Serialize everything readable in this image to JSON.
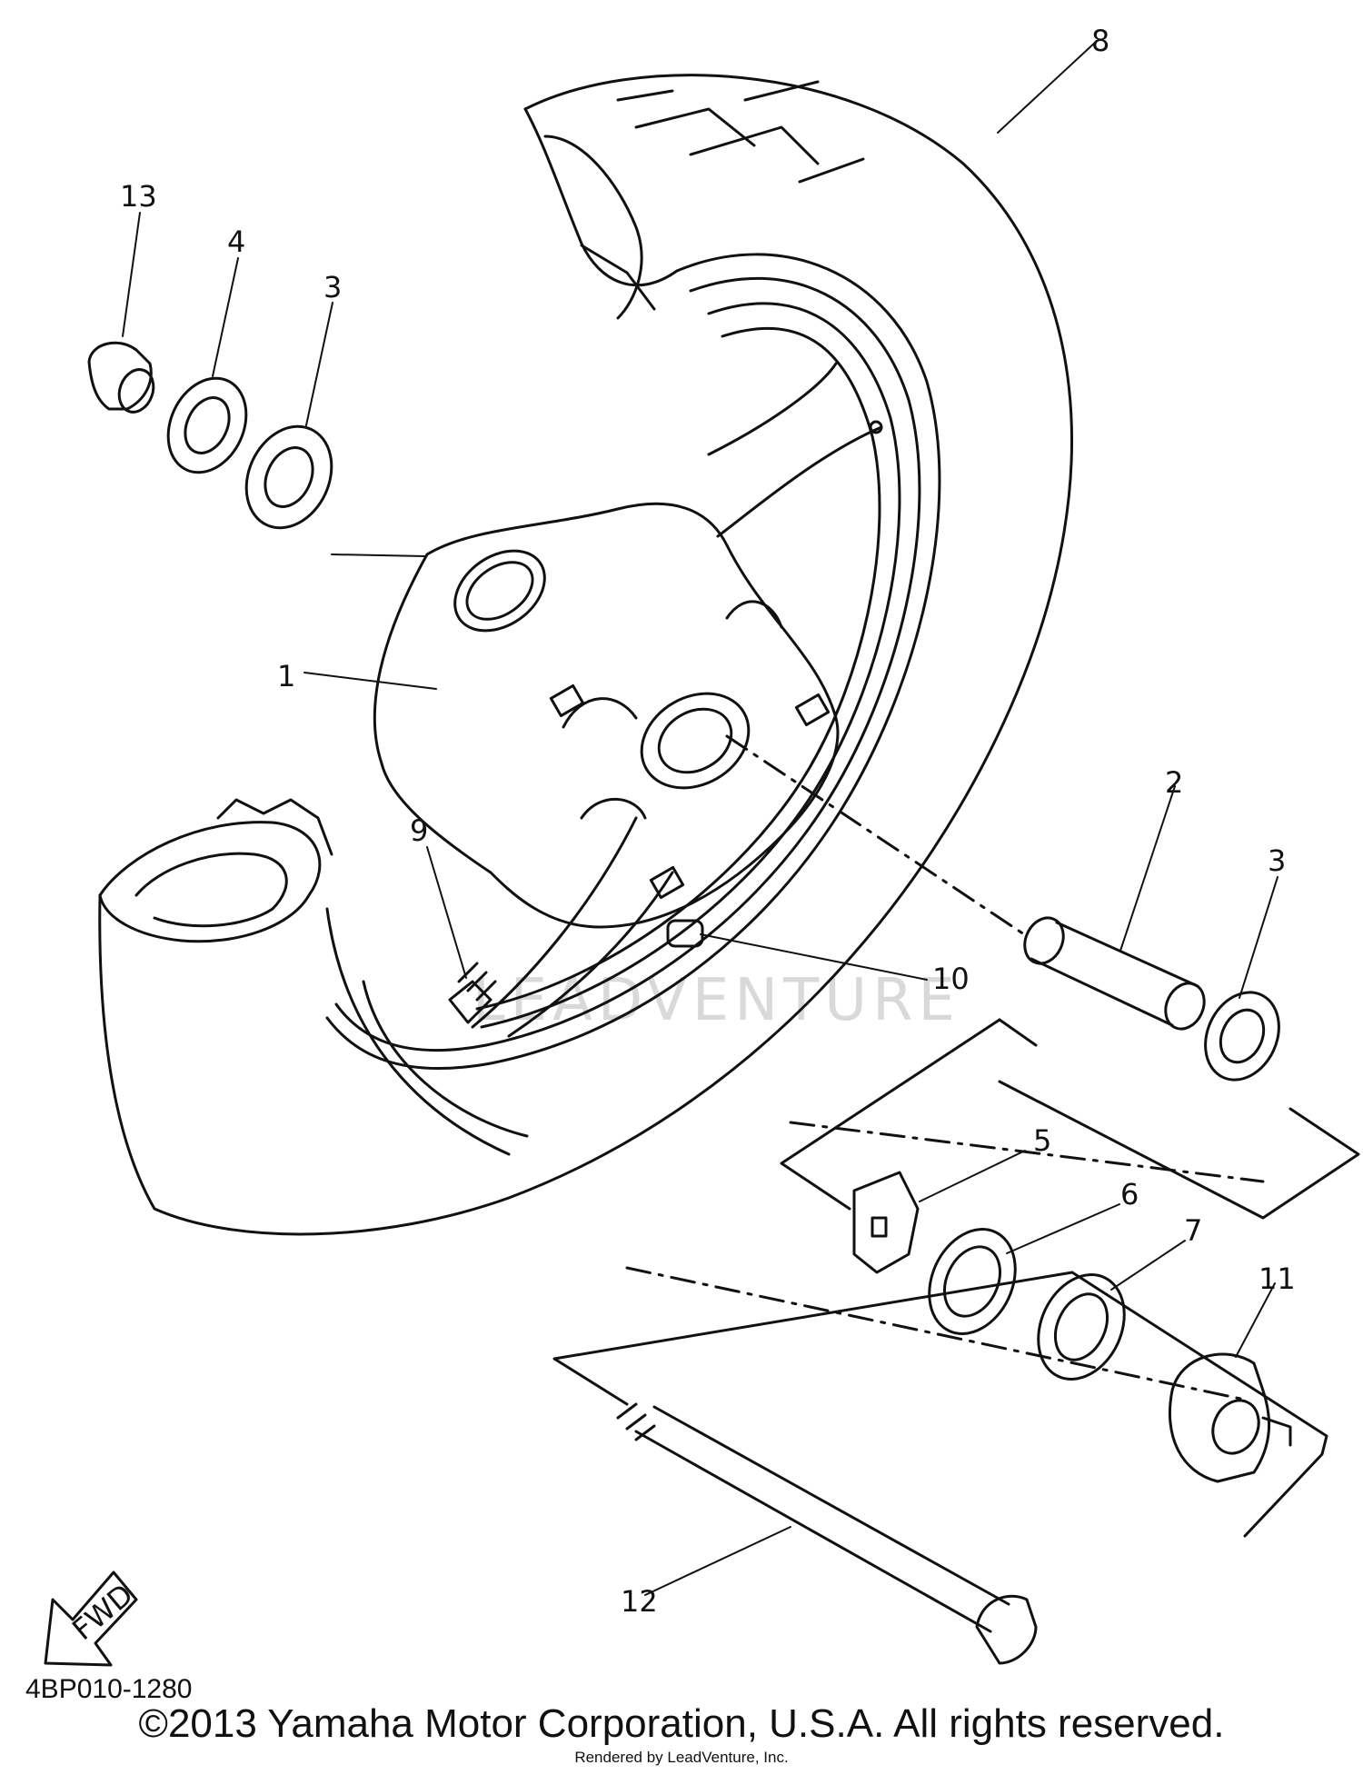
{
  "diagram": {
    "part_code": "4BP010-1280",
    "fwd_label": "FWD",
    "watermark": "LEADVENTURE",
    "copyright": "©2013 Yamaha Motor Corporation, U.S.A. All rights reserved.",
    "rendered_by": "Rendered by LeadVenture, Inc.",
    "callouts": [
      {
        "id": "1",
        "label": "1"
      },
      {
        "id": "2",
        "label": "2"
      },
      {
        "id": "3a",
        "label": "3"
      },
      {
        "id": "3b",
        "label": "3"
      },
      {
        "id": "4",
        "label": "4"
      },
      {
        "id": "5",
        "label": "5"
      },
      {
        "id": "6",
        "label": "6"
      },
      {
        "id": "7",
        "label": "7"
      },
      {
        "id": "8",
        "label": "8"
      },
      {
        "id": "9",
        "label": "9"
      },
      {
        "id": "10",
        "label": "10"
      },
      {
        "id": "11",
        "label": "11"
      },
      {
        "id": "12",
        "label": "12"
      },
      {
        "id": "13",
        "label": "13"
      }
    ]
  }
}
